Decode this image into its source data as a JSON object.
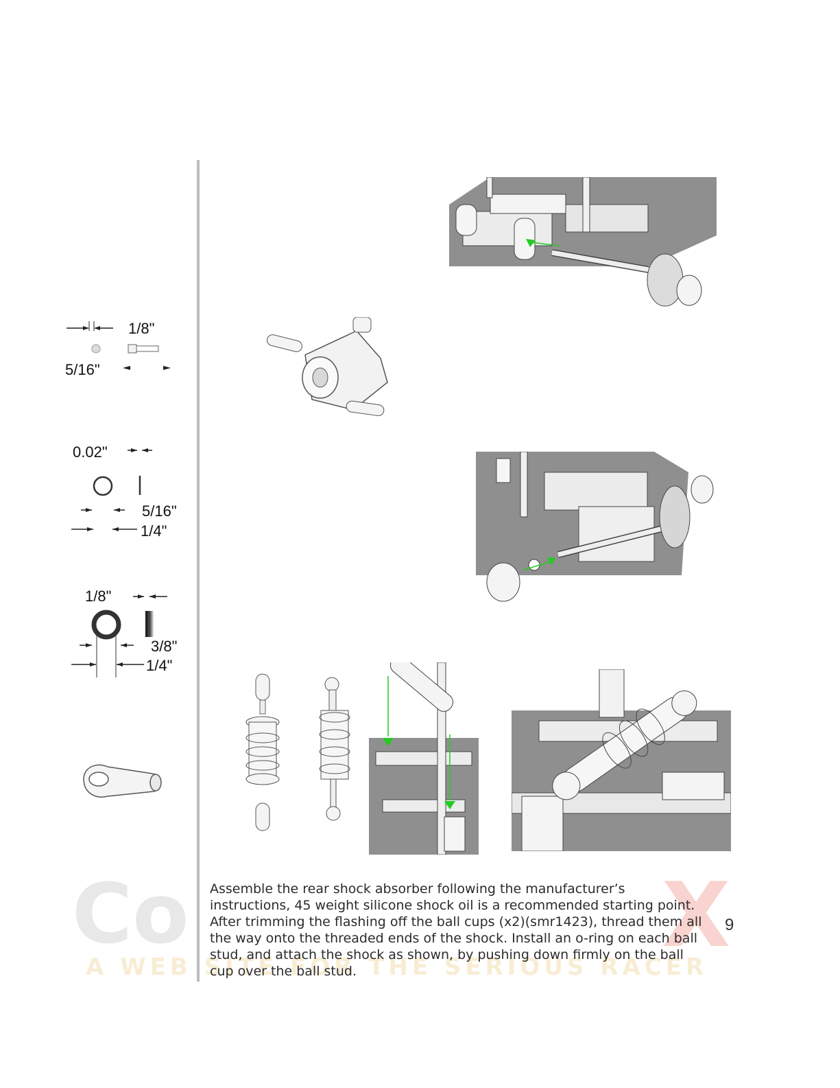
{
  "hardware": {
    "screw": {
      "length": "5/16\"",
      "diameter": "1/8\""
    },
    "oring": {
      "thickness": "0.02\"",
      "outer": "5/16\"",
      "inner": "1/4\""
    },
    "spacer": {
      "thickness": "1/8\"",
      "outer": "3/8\"",
      "inner": "1/4\""
    }
  },
  "instructions": "Assemble the rear shock absorber following the manufacturer’s instructions, 45 weight silicone shock oil is a recommended starting point. After trimming the flashing off the ball cups (x2)(smr1423), thread them all the way onto the threaded ends of the shock. Install an o-ring on each ball stud, and attach the shock as shown, by pushing down firmly on the ball cup over the ball stud.",
  "page_number": "9",
  "colors": {
    "accent_green": "#22cc22",
    "chassis_gray": "#8a8a8a",
    "watermark_red": "#e23a2a"
  }
}
